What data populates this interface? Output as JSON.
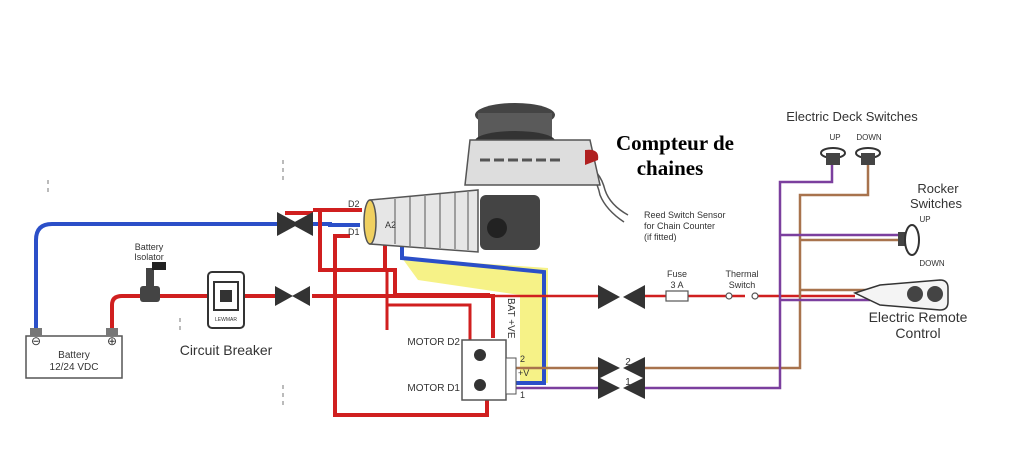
{
  "colors": {
    "red": "#d01f1f",
    "blue": "#2b4fc8",
    "brown": "#a8734d",
    "purple": "#7b3f9e",
    "yellow": "#f5f17a",
    "outline": "#555555"
  },
  "labels": {
    "annotation": "Compteur de chaines",
    "annotation_line1": "Compteur de",
    "annotation_line2": "chaines",
    "deck_switches": "Electric Deck Switches",
    "deck_up": "UP",
    "deck_down": "DOWN",
    "rocker_line1": "Rocker",
    "rocker_line2": "Switches",
    "rocker_up": "UP",
    "rocker_down": "DOWN",
    "remote_line1": "Electric Remote",
    "remote_line2": "Control",
    "reed_line1": "Reed Switch Sensor",
    "reed_line2": "for Chain Counter",
    "reed_line3": "(if fitted)",
    "fuse_line1": "Fuse",
    "fuse_line2": "3 A",
    "thermal_line1": "Thermal",
    "thermal_line2": "Switch",
    "battery_isolator_line1": "Battery",
    "battery_isolator_line2": "Isolator",
    "circuit_breaker": "Circuit Breaker",
    "breaker_brand": "LEWMAR",
    "battery_line1": "Battery",
    "battery_line2": "12/24 VDC",
    "battery_minus": "⊖",
    "battery_plus": "⊕",
    "motor_d2": "MOTOR D2",
    "motor_d1": "MOTOR D1",
    "term_d2": "D2",
    "term_d1": "D1",
    "term_a2": "A2",
    "bat_ve": "BAT +VE",
    "conn_2": "2",
    "conn_v": "+V",
    "conn_1": "1",
    "ctrl_2": "2",
    "ctrl_1": "1"
  }
}
